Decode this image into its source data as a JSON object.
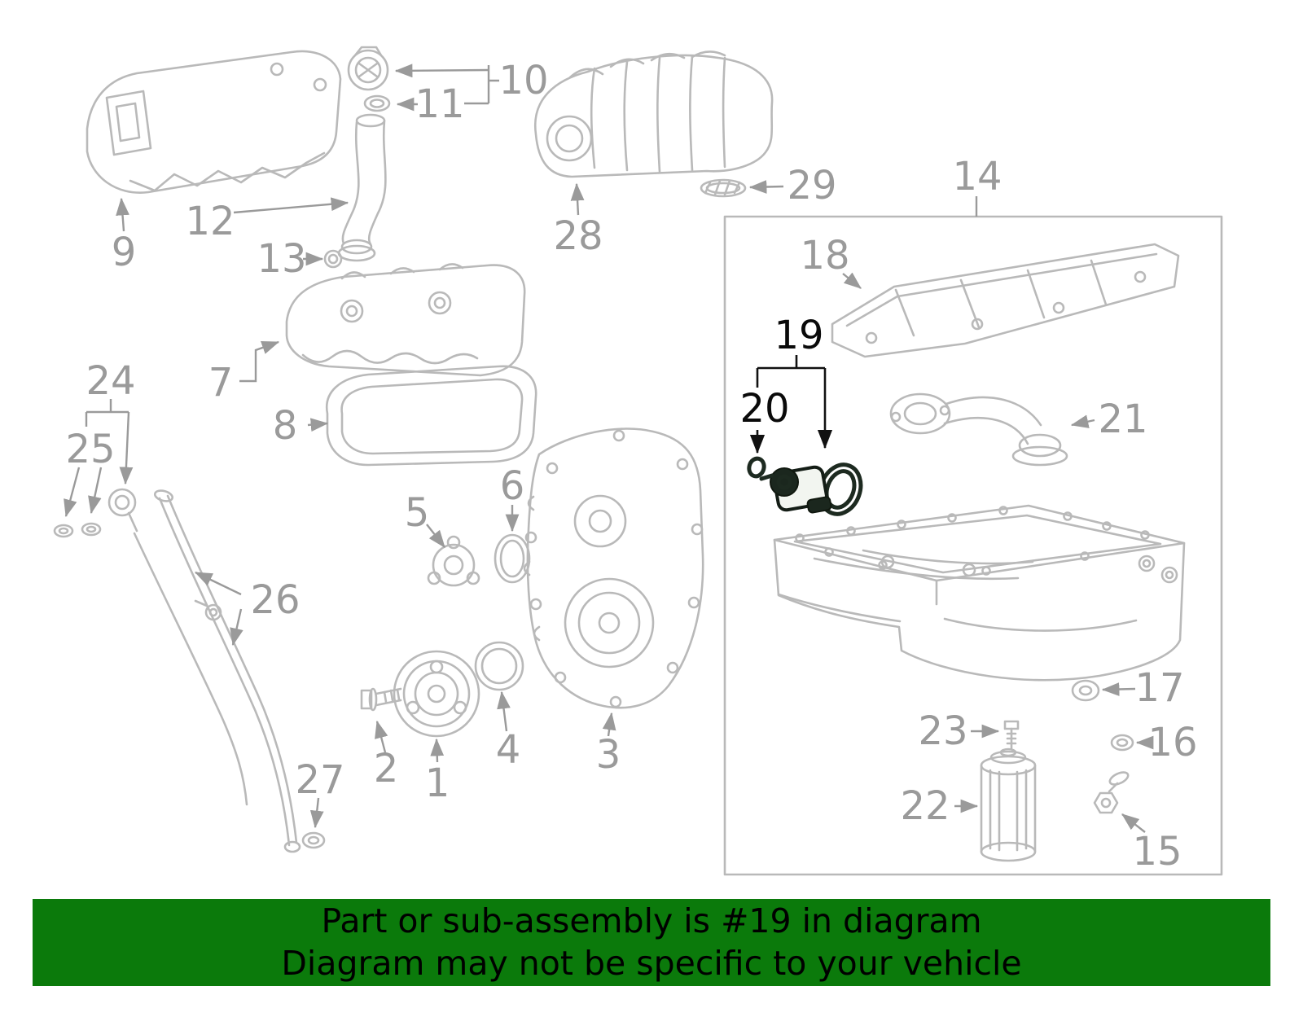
{
  "banner": {
    "line1": "Part or sub-assembly is #19 in diagram",
    "line2": "Diagram may not be specific to your vehicle"
  },
  "colors": {
    "banner_bg": "#0b7a0b",
    "banner_text": "#000000",
    "art_line": "#b9b9b9",
    "label_gray": "#9a9a9a",
    "label_black": "#0a0a0a",
    "highlight_dark": "#1d2a20"
  },
  "diagram": {
    "highlighted_part": "19",
    "group_box_part": "14",
    "labels": {
      "p1": "1",
      "p2": "2",
      "p3": "3",
      "p4": "4",
      "p5": "5",
      "p6": "6",
      "p7": "7",
      "p8": "8",
      "p9": "9",
      "p10": "10",
      "p11": "11",
      "p12": "12",
      "p13": "13",
      "p14": "14",
      "p15": "15",
      "p16": "16",
      "p17": "17",
      "p18": "18",
      "p19": "19",
      "p20": "20",
      "p21": "21",
      "p22": "22",
      "p23": "23",
      "p24": "24",
      "p25": "25",
      "p26": "26",
      "p27": "27",
      "p28": "28",
      "p29": "29"
    }
  }
}
